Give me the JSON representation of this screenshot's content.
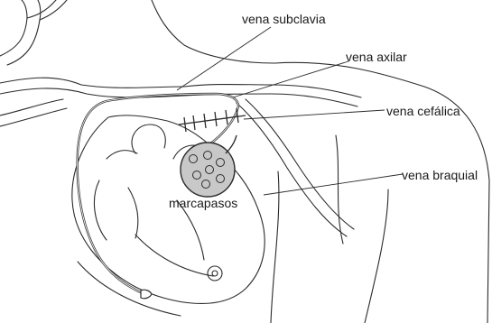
{
  "labels": {
    "vena_subclavia": "vena subclavia",
    "vena_axilar": "vena axilar",
    "vena_cefalica": "vena cefálica",
    "vena_braquial": "vena braquial",
    "marcapasos": "marcapasos"
  },
  "colors": {
    "line": "#2b2b2b",
    "pacemaker_fill": "#c8c8c8",
    "lead": "#3a3a3a"
  }
}
